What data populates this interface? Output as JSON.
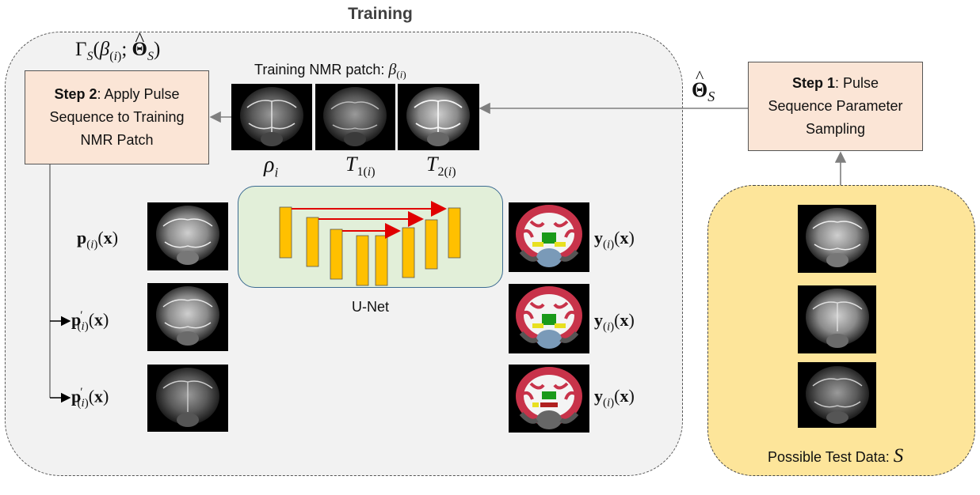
{
  "title": "Training",
  "gamma_label": "Γ",
  "step2": {
    "bold": "Step 2",
    "text": ": Apply Pulse Sequence to Training NMR Patch"
  },
  "step1": {
    "bold": "Step 1",
    "text": ": Pulse Sequence Parameter Sampling"
  },
  "nmr_patch_label": "Training NMR patch:",
  "nmr_maps": [
    "ρ",
    "T",
    "T"
  ],
  "theta_hat_label": "Θ",
  "unet_label": "U-Net",
  "test_data_label": "Possible Test Data:",
  "test_data_symbol": "S",
  "colors": {
    "train_bg": "#f2f2f2",
    "test_bg": "#fde59a",
    "step_bg": "#fbe5d6",
    "unet_bg": "#e2efd9",
    "unet_block": "#ffc000",
    "skip_arrow": "#e00000",
    "connector": "#7f7f7f"
  },
  "icons": [
    "brain-mri-icon",
    "brain-segmentation-icon",
    "unet-architecture-icon"
  ]
}
